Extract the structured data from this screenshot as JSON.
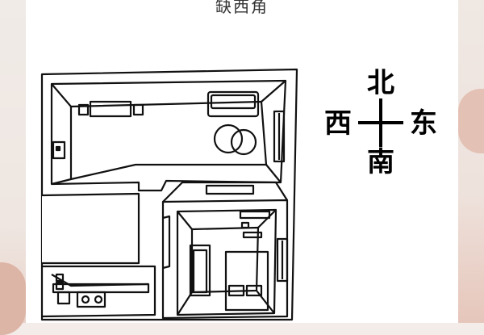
{
  "title": "缺西角",
  "compass": {
    "north": "北",
    "south": "南",
    "east": "东",
    "west": "西"
  },
  "colors": {
    "line": "#111111",
    "card": "#ffffff",
    "background": "#f3ece8"
  }
}
